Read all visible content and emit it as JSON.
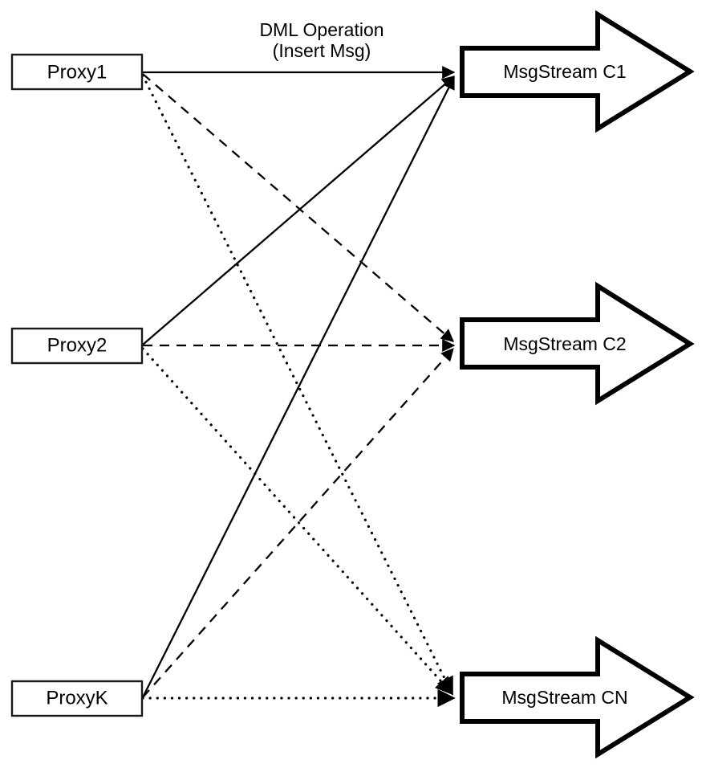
{
  "diagram": {
    "title": "",
    "background_color": "#ffffff",
    "stroke_color": "#000000",
    "proxies": [
      {
        "id": "proxy1",
        "label": "Proxy1"
      },
      {
        "id": "proxy2",
        "label": "Proxy2"
      },
      {
        "id": "proxyK",
        "label": "ProxyK"
      }
    ],
    "streams": [
      {
        "id": "stream-c1",
        "label": "MsgStream C1"
      },
      {
        "id": "stream-c2",
        "label": "MsgStream C2"
      },
      {
        "id": "stream-cn",
        "label": "MsgStream CN"
      }
    ],
    "annotation": {
      "line1": "DML Operation",
      "line2": "(Insert Msg)"
    },
    "edges": [
      {
        "from": "proxy1",
        "to": "stream-c1",
        "style": "solid"
      },
      {
        "from": "proxy1",
        "to": "stream-c2",
        "style": "dashed"
      },
      {
        "from": "proxy1",
        "to": "stream-cn",
        "style": "dotted"
      },
      {
        "from": "proxy2",
        "to": "stream-c1",
        "style": "solid"
      },
      {
        "from": "proxy2",
        "to": "stream-c2",
        "style": "dashed"
      },
      {
        "from": "proxy2",
        "to": "stream-cn",
        "style": "dotted"
      },
      {
        "from": "proxyK",
        "to": "stream-c1",
        "style": "solid"
      },
      {
        "from": "proxyK",
        "to": "stream-c2",
        "style": "dashed"
      },
      {
        "from": "proxyK",
        "to": "stream-cn",
        "style": "dotted"
      }
    ]
  }
}
